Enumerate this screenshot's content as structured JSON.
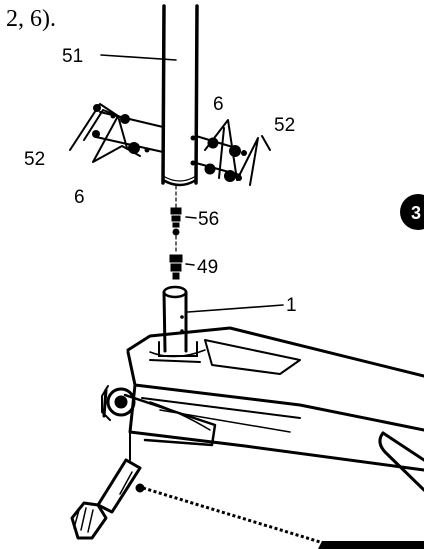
{
  "caption_fragment": "2, 6).",
  "step_badge": "3",
  "callouts": {
    "c51": "51",
    "c6_top": "6",
    "c52_right": "52",
    "c52_left": "52",
    "c6_left": "6",
    "c56": "56",
    "c49": "49",
    "c1": "1"
  }
}
